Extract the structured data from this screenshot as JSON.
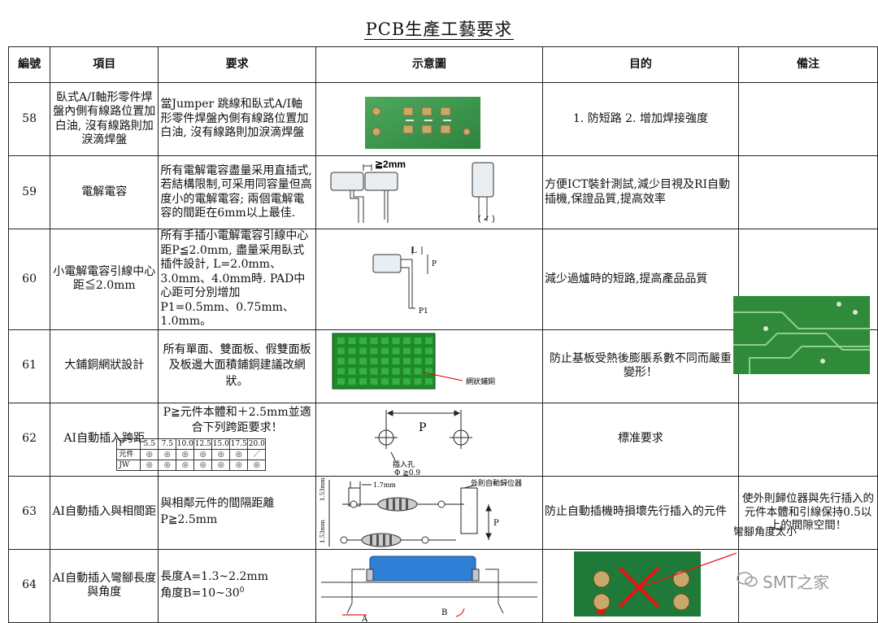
{
  "title": "PCB生產工藝要求",
  "headers": [
    "編號",
    "項目",
    "要求",
    "示意圖",
    "目的",
    "備注"
  ],
  "rows": [
    {
      "no": "58",
      "item": "臥式A/I軸形零件焊盤內側有線路位置加白油, 沒有線路則加淚滴焊盤",
      "req": "當Jumper 跳線和臥式A/I軸形零件焊盤內側有線路位置加白油, 沒有線路則加淚滴焊盤",
      "goal": "1. 防短路  2. 增加焊接強度",
      "note": ""
    },
    {
      "no": "59",
      "item": "電解電容",
      "req": "所有電解電容盡量采用直插式, 若結構限制,可采用同容量但高度小的電解電容; 兩個電解電容的間距在6mm以上最佳.",
      "goal": "方便ICT裝針測試,減少目視及RI自動插機,保證品質,提高效率",
      "note": ""
    },
    {
      "no": "60",
      "item": "小電解電容引線中心距≦2.0mm",
      "req": "所有手插小電解電容引線中心距P≦2.0mm, 盡量采用臥式插件設計, L=2.0mm、3.0mm、4.0mm時. PAD中心距可分別增加P1=0.5mm、0.75mm、1.0mm。",
      "goal": "減少過爐時的短路,提高產品品質",
      "note": ""
    },
    {
      "no": "61",
      "item": "大鋪銅網狀設計",
      "req": "所有單面、雙面板、假雙面板及板邊大面積鋪銅建議改網狀。",
      "goal": "防止基板受熱後膨脹系數不同而嚴重變形！",
      "note": ""
    },
    {
      "no": "62",
      "item": "AI自動插入跨距",
      "req": "P≧元件本體和＋2.5mm並適合下列跨距要求！",
      "goal": "標准要求",
      "note": ""
    },
    {
      "no": "63",
      "item": "AI自動插入與相間距",
      "req": "與相鄰元件的間隔距離P≧2.5mm",
      "goal": "防止自動插機時損壞先行插入的元件",
      "note": "使外則歸位器與先行插入的元件本體和引線保持0.5以上的間隙空間！"
    },
    {
      "no": "64",
      "item": "AI自動插入彎腳長度與角度",
      "req_a": "長度A=1.3~2.2mm",
      "req_b": "角度B=10~30",
      "req_b_sup": "0",
      "goal": "",
      "note": ""
    }
  ],
  "fig_labels": {
    "r59_dim": "≧2mm",
    "r59_ok": "( ✓ )",
    "r60_L": "L",
    "r60_P": "P",
    "r60_P1": "P1",
    "r61_mesh": "網狀鋪銅",
    "r62_P": "P",
    "r62_hole": "插入孔",
    "r62_dia": "Φ ≧0.9",
    "r63_dim1": "1.7mm",
    "r63_guide": "外則自動歸位器",
    "r63_P": "P",
    "r63_side1": "1.53mm",
    "r63_side2": "1.53mm",
    "r64_A": "A",
    "r64_B": "B"
  },
  "pitch_table": {
    "header_label": "P",
    "spans": [
      "5.5",
      "7.5",
      "10.0",
      "12.5",
      "15.0",
      "17.5",
      "20.0"
    ],
    "rows": [
      {
        "label": "元件",
        "marks": [
          "◎",
          "◎",
          "◎",
          "◎",
          "◎",
          "◎",
          "／"
        ]
      },
      {
        "label": "JW",
        "marks": [
          "◎",
          "◎",
          "◎",
          "◎",
          "◎",
          "◎",
          "◎"
        ]
      }
    ]
  },
  "callout_64": "彎腳角度太小",
  "watermark": "SMT之家",
  "colors": {
    "pcb_green": "#2e8b3e",
    "mesh_green": "#1f7a2a",
    "blue_body": "#2f7fd6",
    "red": "#d22"
  }
}
